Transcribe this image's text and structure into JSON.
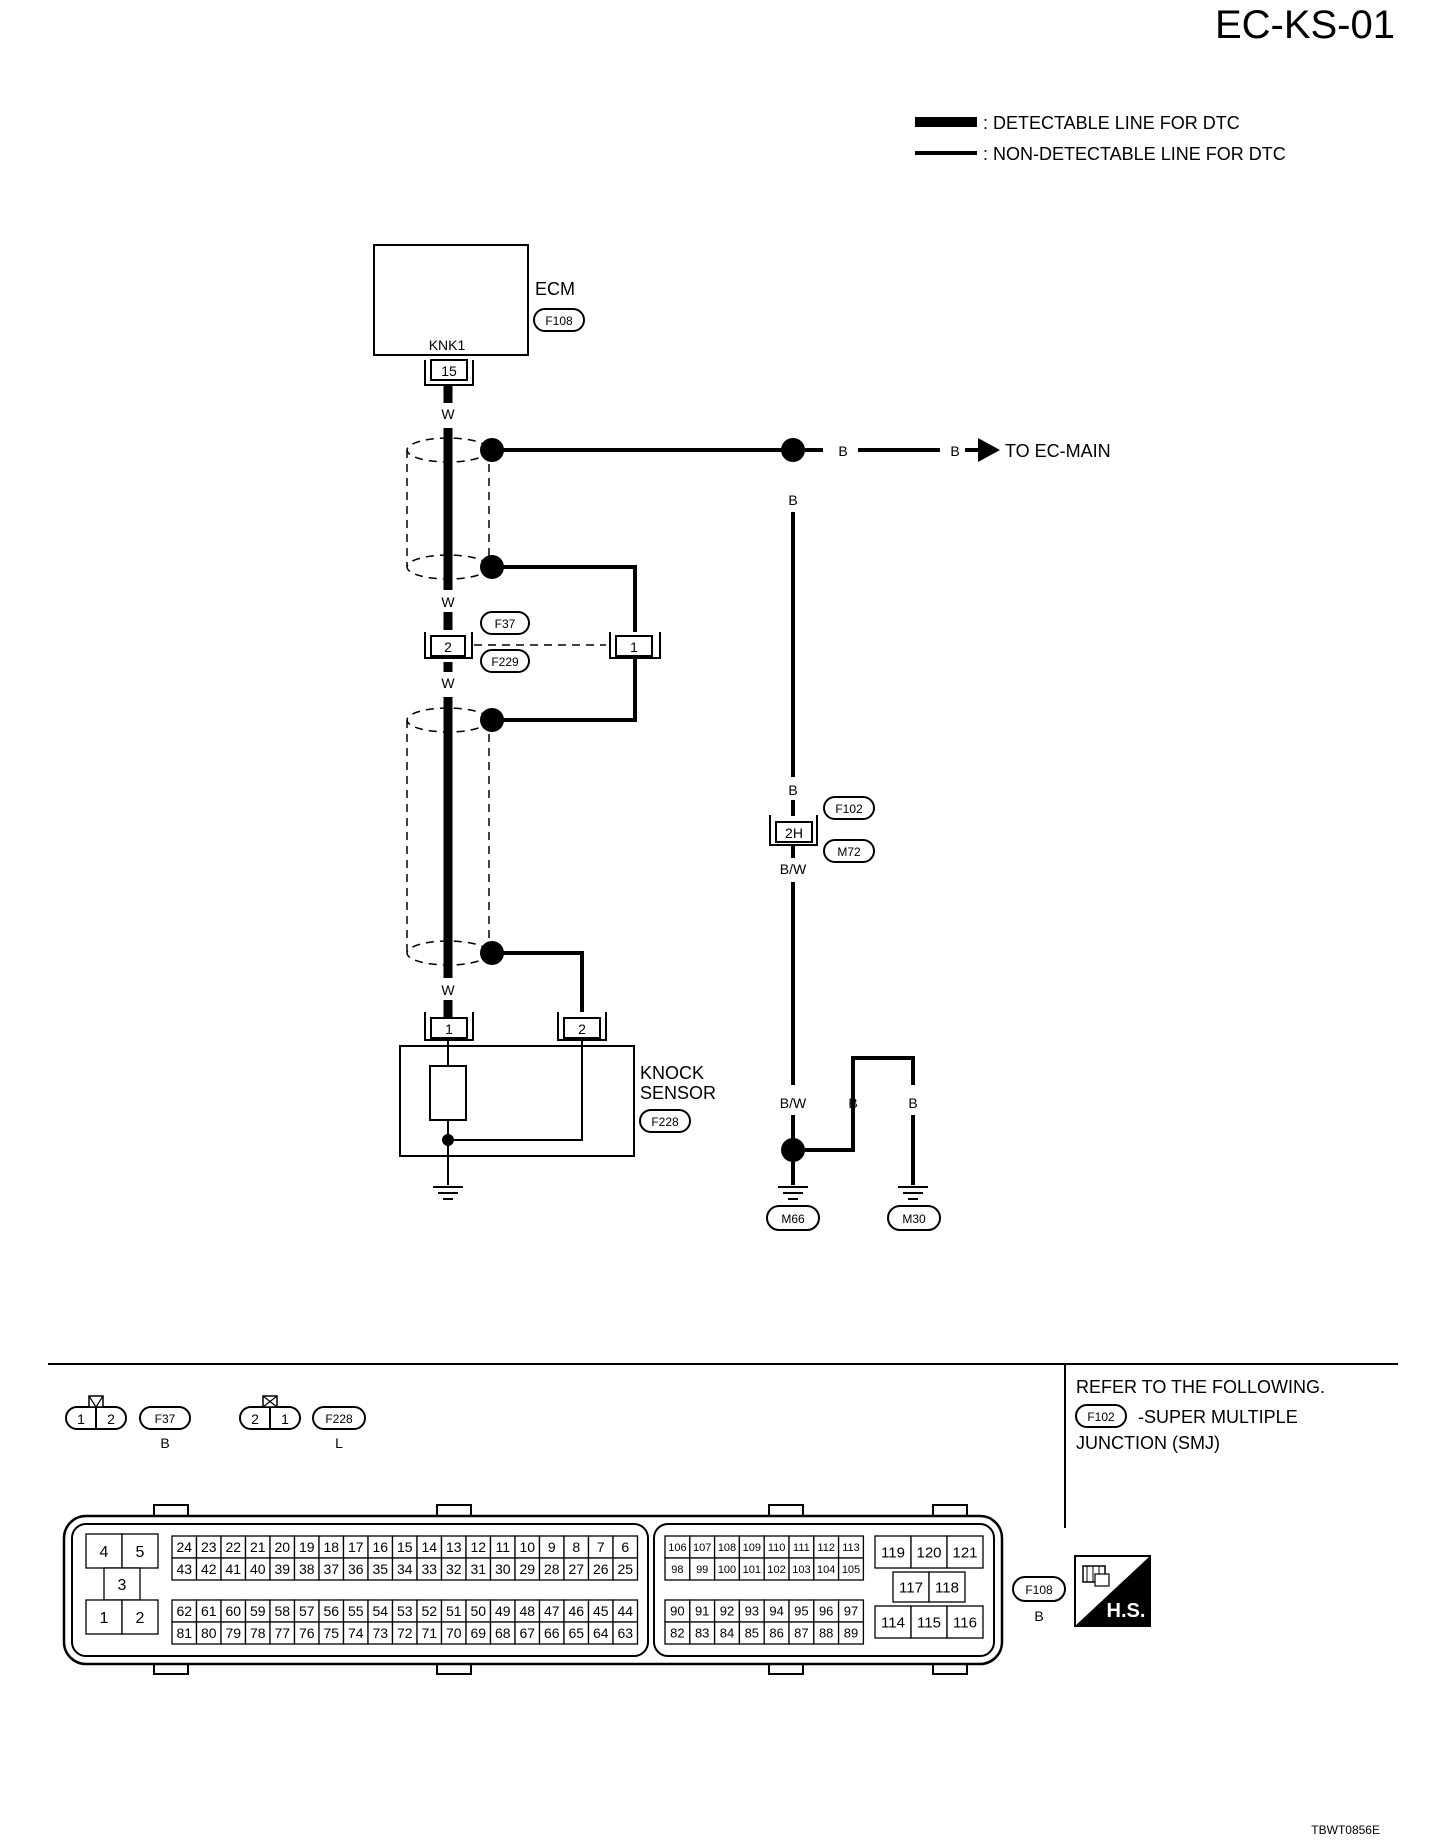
{
  "page_code": "EC-KS-01",
  "figure_id": "TBWT0856E",
  "legend": {
    "detectable": ": DETECTABLE LINE FOR DTC",
    "non_detectable": ": NON-DETECTABLE LINE FOR DTC"
  },
  "ecm": {
    "name": "ECM",
    "connector": "F108",
    "terminal_label": "KNK1",
    "pin": "15"
  },
  "wires": {
    "w": "W",
    "b": "B",
    "bw": "B/W"
  },
  "to_main": "TO EC-MAIN",
  "inline_connector": {
    "male": "F37",
    "female": "F229",
    "pin_left": "2",
    "pin_right": "1"
  },
  "smj_connector": {
    "top": "F102",
    "bottom": "M72",
    "pin": "2H"
  },
  "knock_sensor": {
    "name_line1": "KNOCK",
    "name_line2": "SENSOR",
    "connector": "F228",
    "pin1": "1",
    "pin2": "2"
  },
  "grounds": {
    "g1": "M66",
    "g2": "M30"
  },
  "connector_views": {
    "f37": {
      "code": "F37",
      "color": "B",
      "pins": [
        "1",
        "2"
      ]
    },
    "f228": {
      "code": "F228",
      "color": "L",
      "pins": [
        "2",
        "1"
      ]
    },
    "f108": {
      "code": "F108",
      "color": "B"
    }
  },
  "refer": {
    "line1": "REFER TO THE FOLLOWING.",
    "code": "F102",
    "line2": "-SUPER MULTIPLE",
    "line3": "JUNCTION (SMJ)"
  },
  "hs_badge": "H.S.",
  "ecm_pins": {
    "left_block": [
      [
        "4",
        "5"
      ],
      [
        "3"
      ],
      [
        "1",
        "2"
      ]
    ],
    "main_top": [
      [
        "24",
        "23",
        "22",
        "21",
        "20",
        "19",
        "18",
        "17",
        "16",
        "15",
        "14",
        "13",
        "12",
        "11",
        "10",
        "9",
        "8",
        "7",
        "6"
      ],
      [
        "43",
        "42",
        "41",
        "40",
        "39",
        "38",
        "37",
        "36",
        "35",
        "34",
        "33",
        "32",
        "31",
        "30",
        "29",
        "28",
        "27",
        "26",
        "25"
      ]
    ],
    "main_bottom": [
      [
        "62",
        "61",
        "60",
        "59",
        "58",
        "57",
        "56",
        "55",
        "54",
        "53",
        "52",
        "51",
        "50",
        "49",
        "48",
        "47",
        "46",
        "45",
        "44"
      ],
      [
        "81",
        "80",
        "79",
        "78",
        "77",
        "76",
        "75",
        "74",
        "73",
        "72",
        "71",
        "70",
        "69",
        "68",
        "67",
        "66",
        "65",
        "64",
        "63"
      ]
    ],
    "mid_top": [
      [
        "106",
        "107",
        "108",
        "109",
        "110",
        "111",
        "112",
        "113"
      ],
      [
        "98",
        "99",
        "100",
        "101",
        "102",
        "103",
        "104",
        "105"
      ]
    ],
    "mid_bottom": [
      [
        "90",
        "91",
        "92",
        "93",
        "94",
        "95",
        "96",
        "97"
      ],
      [
        "82",
        "83",
        "84",
        "85",
        "86",
        "87",
        "88",
        "89"
      ]
    ],
    "right_block": [
      [
        "119",
        "120",
        "121"
      ],
      [
        "117",
        "118"
      ],
      [
        "114",
        "115",
        "116"
      ]
    ]
  }
}
